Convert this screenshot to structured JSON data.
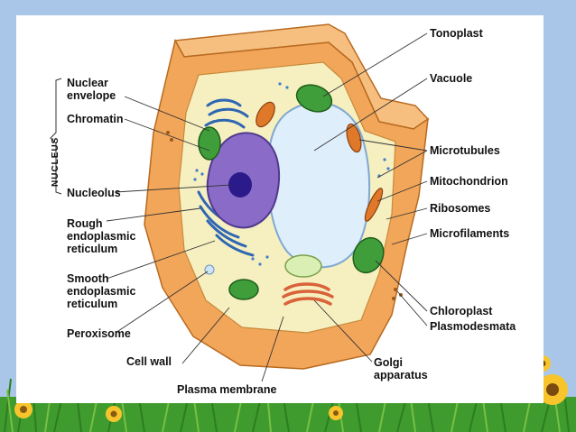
{
  "nucleus_group_label": "NUCLEUS",
  "labels": {
    "tonoplast": "Tonoplast",
    "vacuole": "Vacuole",
    "nuclear_envelope": "Nuclear\nenvelope",
    "chromatin": "Chromatin",
    "microtubules": "Microtubules",
    "mitochondrion": "Mitochondrion",
    "nucleolus": "Nucleolus",
    "ribosomes": "Ribosomes",
    "rough_er": "Rough\nendoplasmic\nreticulum",
    "microfilaments": "Microfilaments",
    "smooth_er": "Smooth\nendoplasmic\nreticulum",
    "chloroplast": "Chloroplast",
    "peroxisome": "Peroxisome",
    "plasmodesmata": "Plasmodesmata",
    "cell_wall": "Cell wall",
    "golgi": "Golgi\napparatus",
    "plasma_membrane": "Plasma membrane"
  },
  "colors": {
    "page_background": "#a9c6e8",
    "cell_wall": "#f2a65a",
    "cytoplasm": "#f6efc0",
    "vacuole": "#dfeefb",
    "nucleus": "#8a6cc8",
    "chloroplast": "#3f9e3a",
    "mitochondrion": "#e0782a",
    "rough_er": "#2f66b3"
  }
}
